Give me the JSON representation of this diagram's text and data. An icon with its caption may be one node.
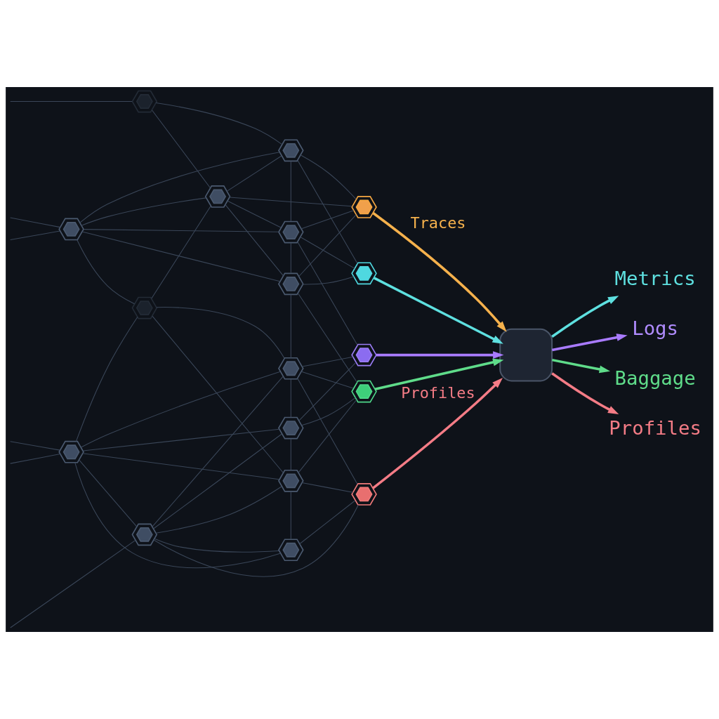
{
  "diagram": {
    "nodes": [
      {
        "text": [],
        "shape": "hexagon"
      },
      {
        "text": [],
        "shape": "hexagon"
      },
      {
        "text": [],
        "shape": "hexagon"
      },
      {
        "text": [],
        "shape": "hexagon"
      },
      {
        "text": [],
        "shape": "hexagon"
      },
      {
        "text": [],
        "shape": "hexagon"
      },
      {
        "text": [],
        "shape": "hexagon"
      },
      {
        "text": [],
        "shape": "hexagon"
      },
      {
        "text": [],
        "shape": "hexagon"
      },
      {
        "text": [],
        "shape": "hexagon"
      },
      {
        "text": [],
        "shape": "hexagon"
      },
      {
        "text": [],
        "shape": "hexagon"
      },
      {
        "text": [],
        "shape": "hexagon"
      },
      {
        "text": [],
        "shape": "hexagon"
      },
      {
        "text": [],
        "shape": "hexagon"
      },
      {
        "text": [],
        "shape": "hexagon"
      },
      {
        "text": [],
        "shape": "hexagon"
      },
      {
        "text": [],
        "shape": "hexagon"
      },
      {
        "text": [],
        "shape": "box"
      },
      {
        "text": [
          "Metrics"
        ]
      },
      {
        "text": [
          "Logs"
        ]
      },
      {
        "text": [
          "Baggage"
        ]
      },
      {
        "text": [
          "Profiles"
        ]
      }
    ],
    "edges": [
      {
        "from": null,
        "to": 1,
        "arrow": "none"
      },
      {
        "from": null,
        "to": 4,
        "arrow": "none"
      },
      {
        "from": null,
        "to": 4,
        "arrow": "none"
      },
      {
        "from": null,
        "to": 8,
        "arrow": "none"
      },
      {
        "from": null,
        "to": 8,
        "arrow": "none"
      },
      {
        "from": null,
        "to": 11,
        "arrow": "none"
      },
      {
        "from": 1,
        "to": 0,
        "arrow": "none"
      },
      {
        "from": 1,
        "to": 2,
        "arrow": "none"
      },
      {
        "from": 4,
        "to": 0,
        "arrow": "none"
      },
      {
        "from": 4,
        "to": 2,
        "arrow": "none"
      },
      {
        "from": 4,
        "to": 3,
        "arrow": "none"
      },
      {
        "from": 4,
        "to": 5,
        "arrow": "none"
      },
      {
        "from": 4,
        "to": 6,
        "arrow": "none"
      },
      {
        "from": 2,
        "to": 0,
        "arrow": "none"
      },
      {
        "from": 2,
        "to": 3,
        "arrow": "none"
      },
      {
        "from": 2,
        "to": 5,
        "arrow": "none"
      },
      {
        "from": 2,
        "to": 13,
        "arrow": "none"
      },
      {
        "from": 0,
        "to": 3,
        "arrow": "none"
      },
      {
        "from": 0,
        "to": 13,
        "arrow": "none"
      },
      {
        "from": 0,
        "to": 14,
        "arrow": "none"
      },
      {
        "from": 3,
        "to": 13,
        "arrow": "none"
      },
      {
        "from": 3,
        "to": 14,
        "arrow": "none"
      },
      {
        "from": 3,
        "to": 15,
        "arrow": "none"
      },
      {
        "from": 3,
        "to": 5,
        "arrow": "none"
      },
      {
        "from": 5,
        "to": 13,
        "arrow": "none"
      },
      {
        "from": 5,
        "to": 14,
        "arrow": "none"
      },
      {
        "from": 5,
        "to": 16,
        "arrow": "none"
      },
      {
        "from": 5,
        "to": 7,
        "arrow": "none"
      },
      {
        "from": 6,
        "to": 2,
        "arrow": "none"
      },
      {
        "from": 6,
        "to": 7,
        "arrow": "none"
      },
      {
        "from": 8,
        "to": 6,
        "arrow": "none"
      },
      {
        "from": 6,
        "to": 10,
        "arrow": "none"
      },
      {
        "from": 7,
        "to": 15,
        "arrow": "none"
      },
      {
        "from": 7,
        "to": 16,
        "arrow": "none"
      },
      {
        "from": 7,
        "to": 17,
        "arrow": "none"
      },
      {
        "from": 8,
        "to": 7,
        "arrow": "none"
      },
      {
        "from": 7,
        "to": 9,
        "arrow": "none"
      },
      {
        "from": 11,
        "to": 7,
        "arrow": "none"
      },
      {
        "from": 8,
        "to": 9,
        "arrow": "none"
      },
      {
        "from": 8,
        "to": 10,
        "arrow": "none"
      },
      {
        "from": 8,
        "to": 12,
        "arrow": "none"
      },
      {
        "from": 8,
        "to": 11,
        "arrow": "none"
      },
      {
        "from": 9,
        "to": 15,
        "arrow": "none"
      },
      {
        "from": 9,
        "to": 16,
        "arrow": "none"
      },
      {
        "from": 9,
        "to": 10,
        "arrow": "none"
      },
      {
        "from": 11,
        "to": 9,
        "arrow": "none"
      },
      {
        "from": 10,
        "to": 16,
        "arrow": "none"
      },
      {
        "from": 10,
        "to": 17,
        "arrow": "none"
      },
      {
        "from": 10,
        "to": 12,
        "arrow": "none"
      },
      {
        "from": 11,
        "to": 10,
        "arrow": "none"
      },
      {
        "from": 11,
        "to": 17,
        "arrow": "none"
      },
      {
        "from": 11,
        "to": 12,
        "arrow": "none"
      },
      {
        "from": 12,
        "to": 17,
        "arrow": "none"
      },
      {
        "from": 13,
        "to": 18,
        "arrow": "to",
        "label": "Traces",
        "style": "thick",
        "color": "#f5b14c"
      },
      {
        "from": 14,
        "to": 18,
        "arrow": "to",
        "style": "thick",
        "color": "#5ee0e0"
      },
      {
        "from": 15,
        "to": 18,
        "arrow": "to",
        "style": "thick",
        "color": "#a97bff"
      },
      {
        "from": 16,
        "to": 18,
        "arrow": "to",
        "style": "thick",
        "color": "#5fdc8a"
      },
      {
        "from": 17,
        "to": 18,
        "arrow": "to",
        "label": "Profiles",
        "style": "thick",
        "color": "#f47c86"
      },
      {
        "from": 18,
        "to": 19,
        "arrow": "to",
        "style": "thick",
        "color": "#5ee0e0"
      },
      {
        "from": 18,
        "to": 20,
        "arrow": "to",
        "style": "thick",
        "color": "#a97bff"
      },
      {
        "from": 18,
        "to": 21,
        "arrow": "to",
        "style": "thick",
        "color": "#5fdc8a"
      },
      {
        "from": 18,
        "to": 22,
        "arrow": "to",
        "style": "thick",
        "color": "#f47c86"
      }
    ]
  }
}
